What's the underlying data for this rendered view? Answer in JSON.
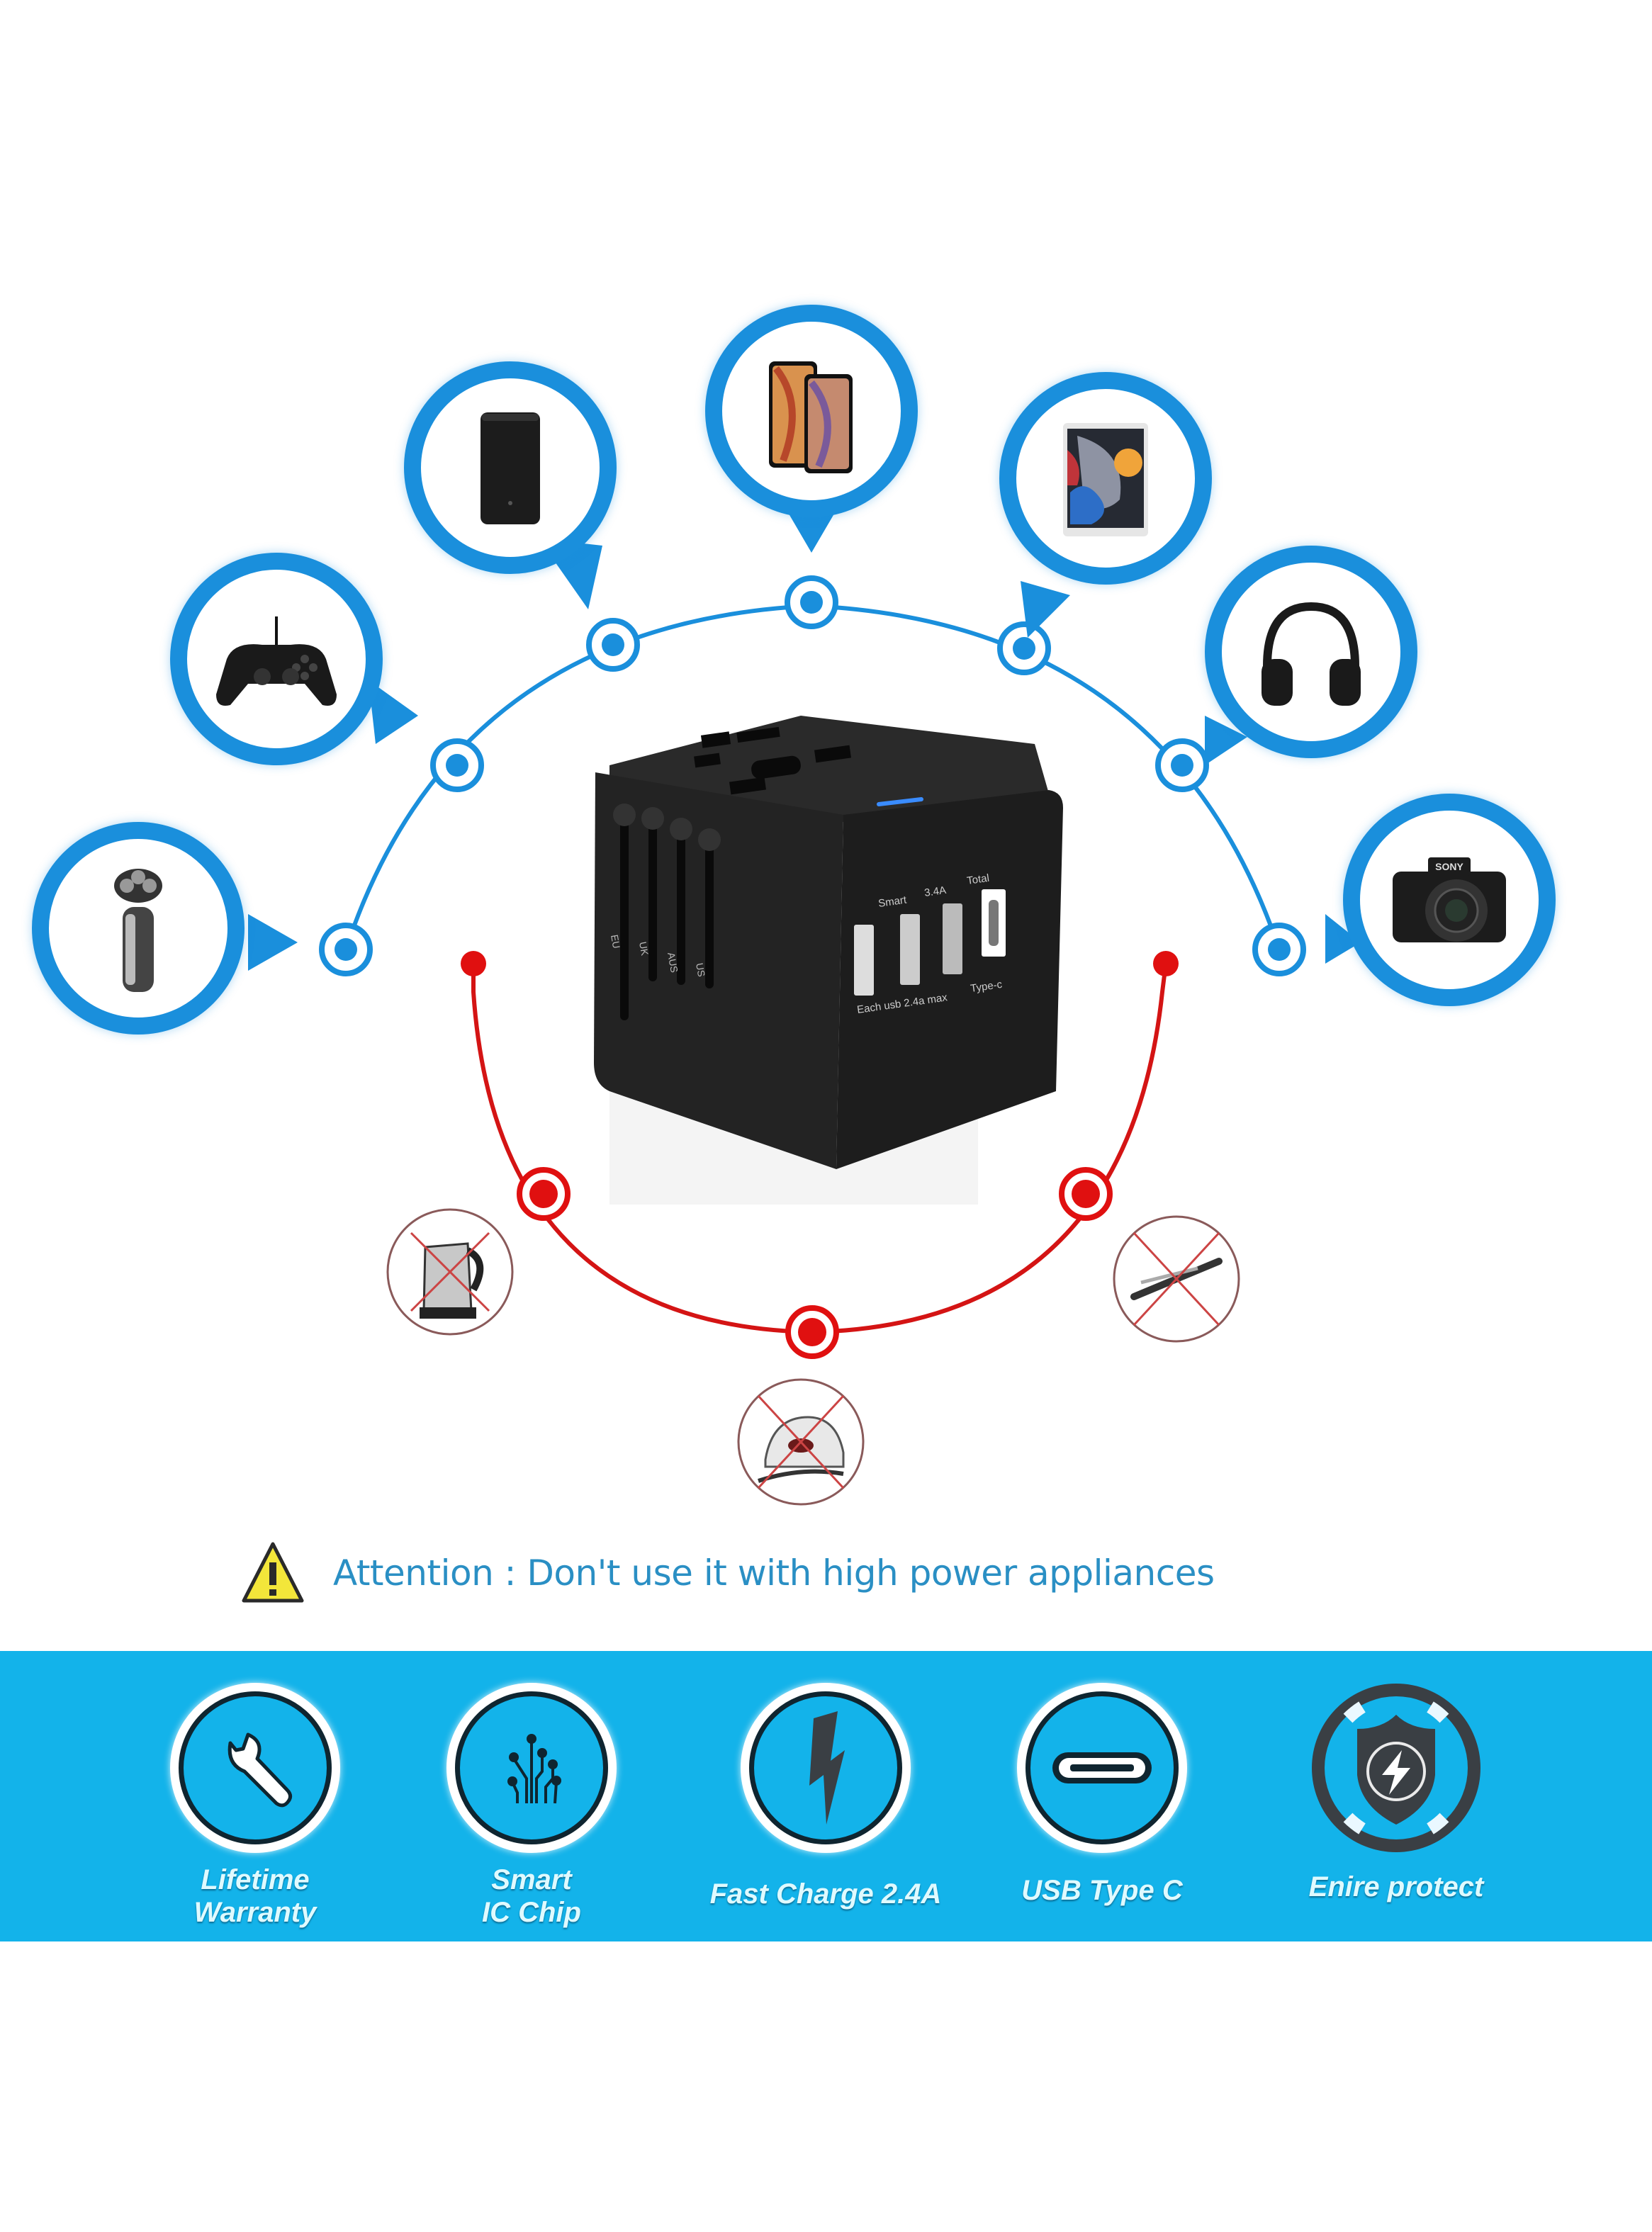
{
  "product": {
    "name": "universal-travel-adapter",
    "plug_labels": [
      "EU",
      "UK",
      "AUS",
      "US"
    ],
    "port_labels": {
      "top_left": "Smart",
      "top_mid": "3.4A",
      "top_right": "Total",
      "bottom_left": "Each usb 2.4a max",
      "bottom_right": "Type-c"
    },
    "indicator_color": "#3a8cff"
  },
  "compatible_devices": [
    {
      "name": "Electric shaver"
    },
    {
      "name": "Game controller"
    },
    {
      "name": "Power bank"
    },
    {
      "name": "Smartphones"
    },
    {
      "name": "Tablet"
    },
    {
      "name": "Headphones"
    },
    {
      "name": "Camera",
      "brand": "SONY"
    }
  ],
  "incompatible_devices": [
    {
      "name": "Electric kettle"
    },
    {
      "name": "Clothes iron"
    },
    {
      "name": "Hair curler"
    }
  ],
  "warning": {
    "text": "Attention : Don't use it with high  power appliances"
  },
  "features": [
    {
      "label_line1": "Lifetime",
      "label_line2": "Warranty",
      "icon": "wrench-icon"
    },
    {
      "label_line1": "Smart",
      "label_line2": "IC Chip",
      "icon": "circuit-icon"
    },
    {
      "label_line1": "Fast Charge 2.4A",
      "label_line2": "",
      "icon": "lightning-icon"
    },
    {
      "label_line1": "USB Type C",
      "label_line2": "",
      "icon": "usb-c-port-icon"
    },
    {
      "label_line1": "Enire protect",
      "label_line2": "",
      "icon": "shield-lightning-icon"
    }
  ],
  "colors": {
    "accent_blue": "#1a8fdc",
    "warning_red": "#e01010",
    "banner_blue": "#13b3ea",
    "text_blue": "#2a8fc4"
  }
}
